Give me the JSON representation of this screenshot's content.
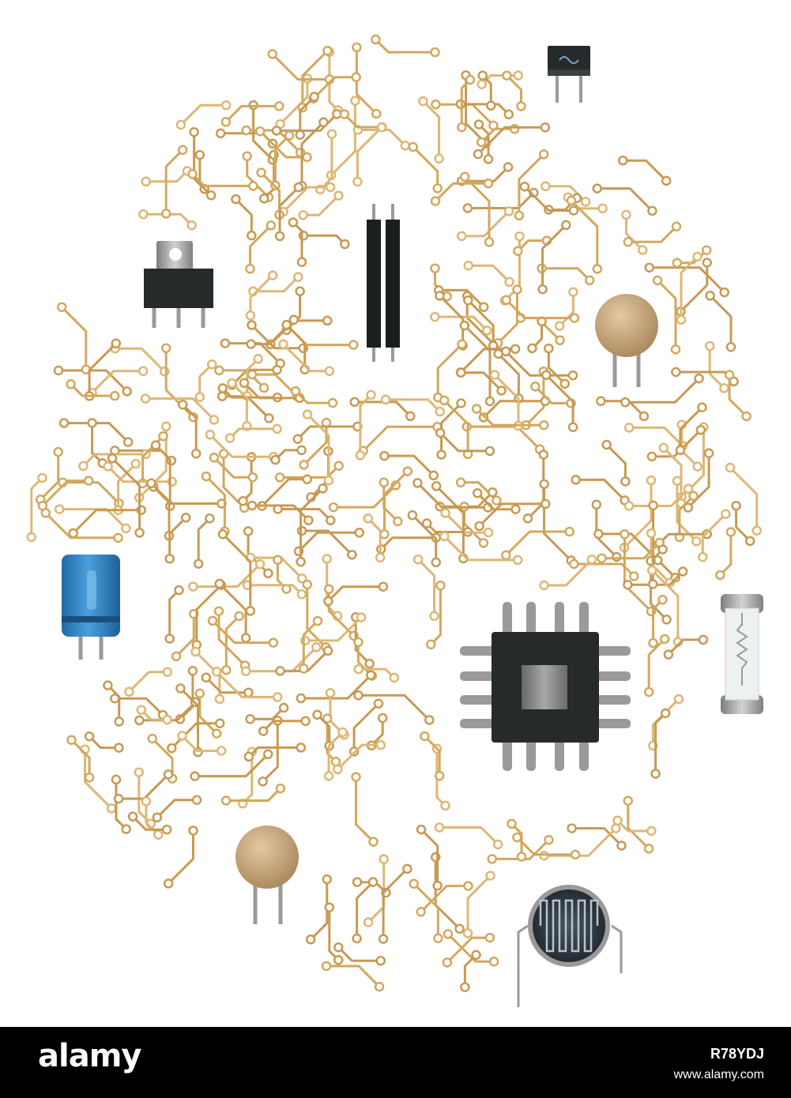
{
  "scene": {
    "subject": "circuit-board-brain",
    "colors": {
      "background": "#ffffff",
      "trace": "#d2a85e",
      "trace_light": "#e7cc94",
      "pad": "#ffffff",
      "chip_body": "#262a2a",
      "chip_die": "#5b5f5f",
      "capacitor_blue": "#2f84c4",
      "ceramic_tan": "#c8a67a",
      "metal_gray": "#9a9a9a",
      "fuse_glass": "#eef1f1",
      "footer_bg": "#000000"
    },
    "icons": [
      "microchip-icon",
      "voltage-regulator-icon",
      "electrolytic-capacitor-icon",
      "ceramic-capacitor-icon",
      "fuse-icon",
      "photoresistor-icon",
      "crystal-oscillator-icon",
      "resistor-pair-icon"
    ]
  },
  "watermark": {
    "brand": "alamy",
    "image_id": "R78YDJ",
    "url": "www.alamy.com"
  }
}
